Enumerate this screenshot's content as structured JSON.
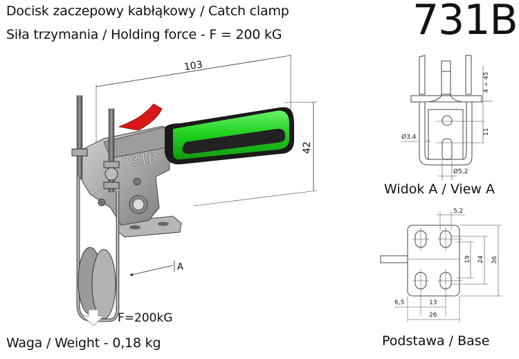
{
  "header": {
    "title_line1": "Docisk zaczepowy kabłąkowy / Catch clamp",
    "title_line2": "Siła trzymania / Holding force - F = 200 kG",
    "model_number": "731B"
  },
  "main_drawing": {
    "embossed_label": "731B",
    "dimension_length": "103",
    "dimension_height": "42",
    "view_marker": "A",
    "force_label": "F=200kG",
    "handle_color": "#22d322",
    "handle_grip_color": "#1c1c1c",
    "lever_color": "#d81818",
    "body_color": "#a8a8a8"
  },
  "view_a": {
    "caption": "Widok A / View A",
    "dims": {
      "range": "4 ÷ 45",
      "spacing": "11",
      "wire_diameter": "Ø3,4",
      "hole_diameter": "Ø5,2"
    }
  },
  "base_view": {
    "caption": "Podstawa / Base",
    "dims": {
      "slot_width": "5,2",
      "inner_pitch": "19",
      "outer_pitch": "24",
      "height": "36",
      "edge_offset": "6,5",
      "hole_pitch": "13",
      "width": "26"
    }
  },
  "footer": {
    "weight": "Waga / Weight - 0,18 kg"
  }
}
